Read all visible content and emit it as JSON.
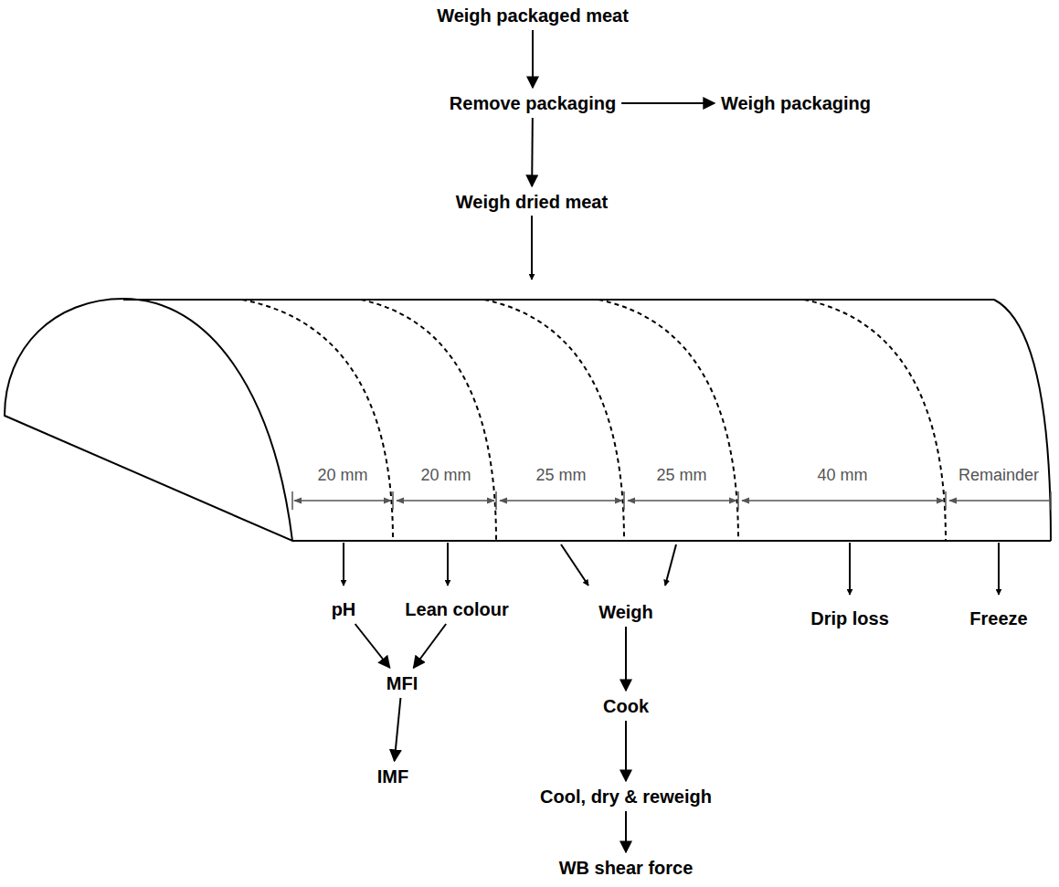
{
  "diagram": {
    "nodes": [
      {
        "text": [
          "Weigh packaged meat"
        ]
      },
      {
        "text": [
          "Remove packaging"
        ]
      },
      {
        "text": [
          "Weigh packaging"
        ]
      },
      {
        "text": [
          "Weigh dried meat"
        ]
      },
      {
        "text": [
          "pH"
        ]
      },
      {
        "text": [
          "Lean colour"
        ]
      },
      {
        "text": [
          "Weigh"
        ]
      },
      {
        "text": [
          "Drip loss"
        ]
      },
      {
        "text": [
          "Freeze"
        ]
      },
      {
        "text": [
          "MFI"
        ]
      },
      {
        "text": [
          "Cook"
        ]
      },
      {
        "text": [
          "IMF"
        ]
      },
      {
        "text": [
          "Cool, dry & reweigh"
        ]
      },
      {
        "text": [
          "WB shear force"
        ]
      }
    ],
    "edges": [
      {
        "from": 0,
        "to": 1,
        "arrow": "to"
      },
      {
        "from": 1,
        "to": 2,
        "arrow": "to"
      },
      {
        "from": 1,
        "to": 3,
        "arrow": "to"
      },
      {
        "from": 4,
        "to": 9,
        "arrow": "to"
      },
      {
        "from": 5,
        "to": 9,
        "arrow": "to"
      },
      {
        "from": 9,
        "to": 11,
        "arrow": "to"
      },
      {
        "from": 6,
        "to": 10,
        "arrow": "to"
      },
      {
        "from": 10,
        "to": 12,
        "arrow": "to"
      },
      {
        "from": 12,
        "to": 13,
        "arrow": "to"
      }
    ],
    "labels": [
      "20 mm",
      "20 mm",
      "25 mm",
      "25 mm",
      "40 mm",
      "Remainder"
    ]
  }
}
